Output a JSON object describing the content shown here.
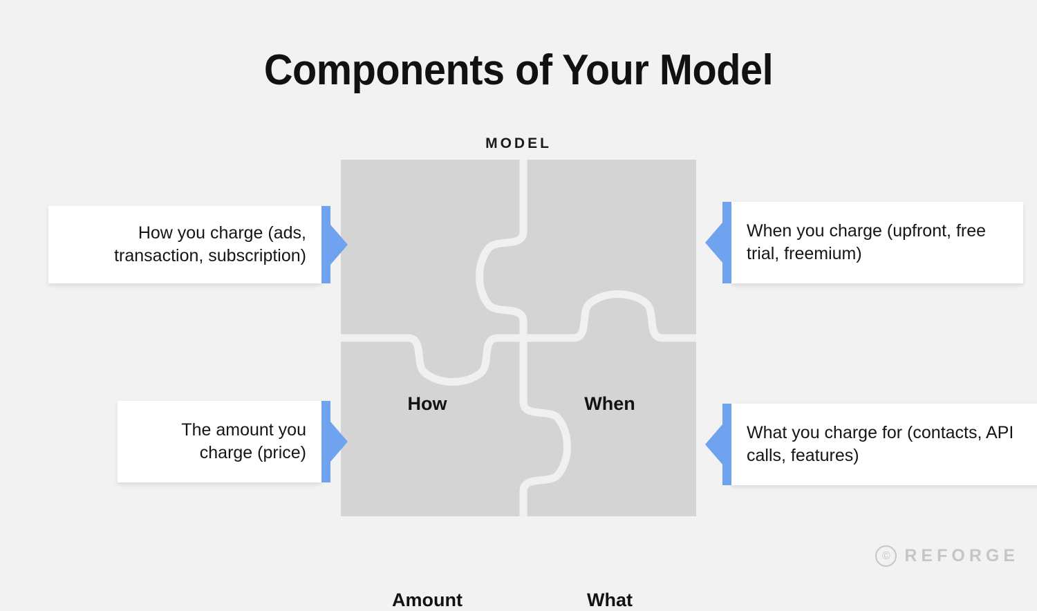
{
  "page": {
    "title": "Components of Your Model",
    "background_color": "#f2f2f2"
  },
  "diagram": {
    "caption": "MODEL",
    "piece_color": "#d4d4d4",
    "seam_color": "#f0f0f0",
    "accent_color": "#6fa3ef",
    "pieces": [
      {
        "id": "how",
        "label": "How",
        "position": "top-left"
      },
      {
        "id": "when",
        "label": "When",
        "position": "top-right"
      },
      {
        "id": "amount",
        "label": "Amount",
        "position": "bottom-left"
      },
      {
        "id": "what",
        "label": "What",
        "position": "bottom-right"
      }
    ]
  },
  "callouts": [
    {
      "id": "how",
      "side": "left",
      "text": "How you charge (ads, transaction, subscription)"
    },
    {
      "id": "when",
      "side": "right",
      "text": "When you charge (upfront, free trial, freemium)"
    },
    {
      "id": "amount",
      "side": "left",
      "text": "The amount you charge (price)"
    },
    {
      "id": "what",
      "side": "right",
      "text": "What you charge for (contacts, API calls, features)"
    }
  ],
  "footer": {
    "copyright_symbol": "©",
    "brand": "REFORGE"
  }
}
